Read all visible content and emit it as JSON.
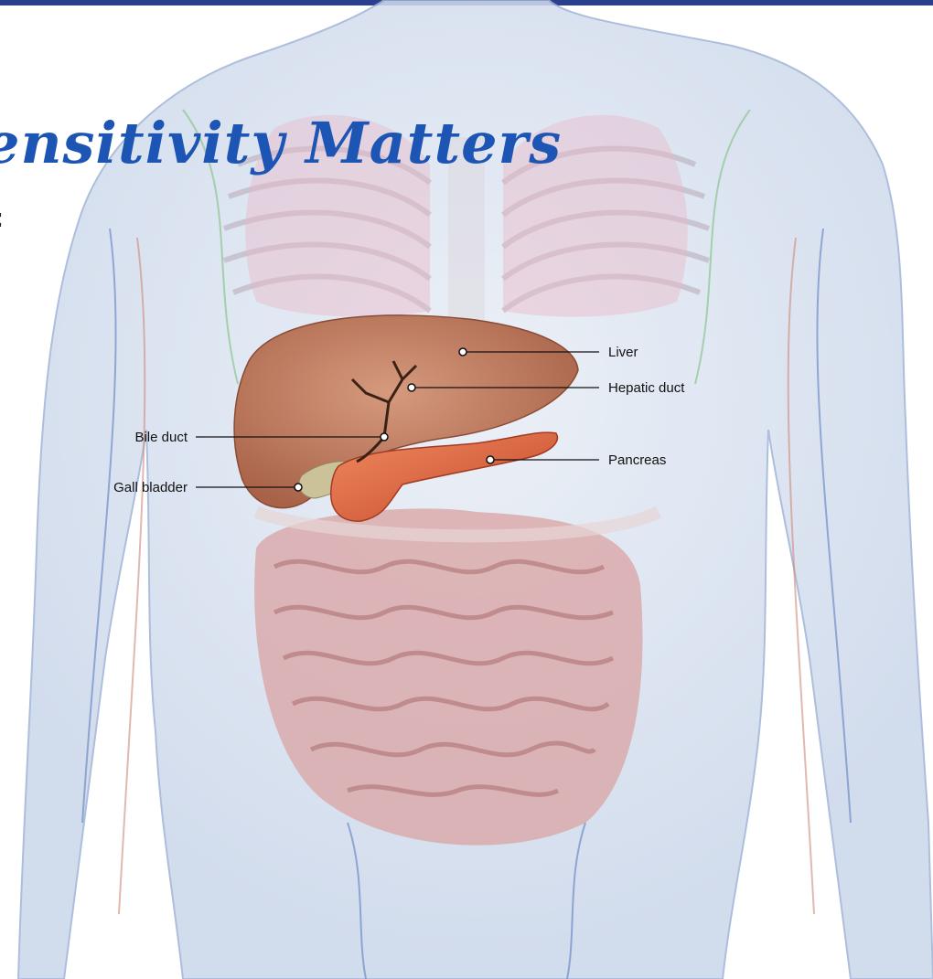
{
  "slide": {
    "title": "ensitivity Matters",
    "title_color": "#1c55b4",
    "bar_color": "#2b3f8f",
    "partial_text": ":"
  },
  "diagram": {
    "labels": {
      "liver": "Liver",
      "hepatic_duct": "Hepatic duct",
      "bile_duct": "Bile duct",
      "pancreas": "Pancreas",
      "gall_bladder": "Gall bladder"
    }
  }
}
